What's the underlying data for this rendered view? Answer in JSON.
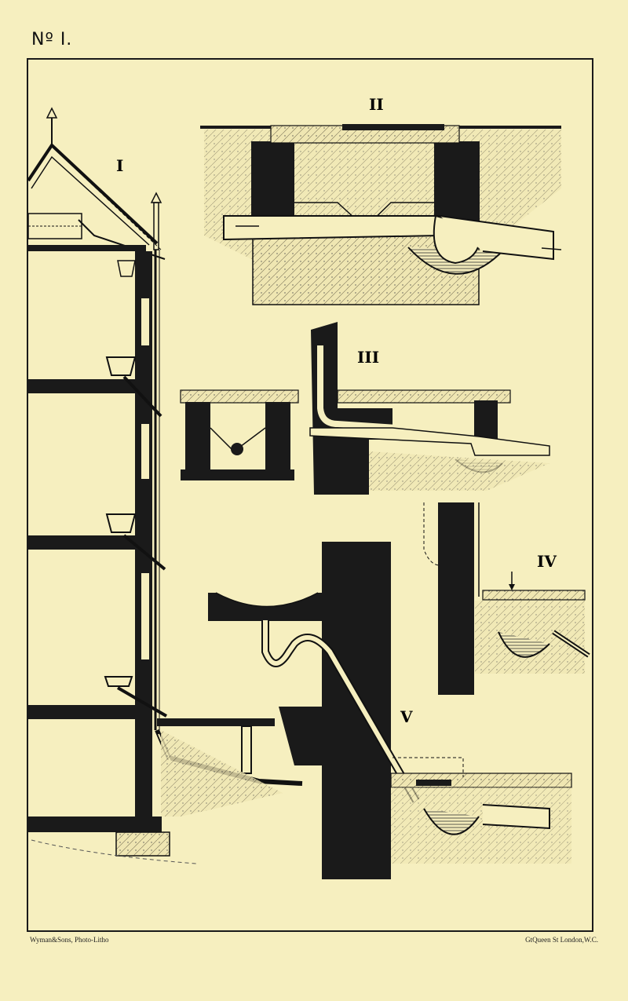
{
  "plate": {
    "number": "Nº I."
  },
  "figures": [
    {
      "id": "I",
      "label": "I"
    },
    {
      "id": "II",
      "label": "II"
    },
    {
      "id": "III",
      "label": "III"
    },
    {
      "id": "IV",
      "label": "IV"
    },
    {
      "id": "V",
      "label": "V"
    }
  ],
  "imprint": {
    "left": "Wyman&Sons, Photo-Litho",
    "right": "GtQueen St London,W.C."
  },
  "colors": {
    "paper": "#f6efbf",
    "ink": "#1a1a1a",
    "soil": "#e7dea9",
    "water": "#8a8a7a"
  }
}
